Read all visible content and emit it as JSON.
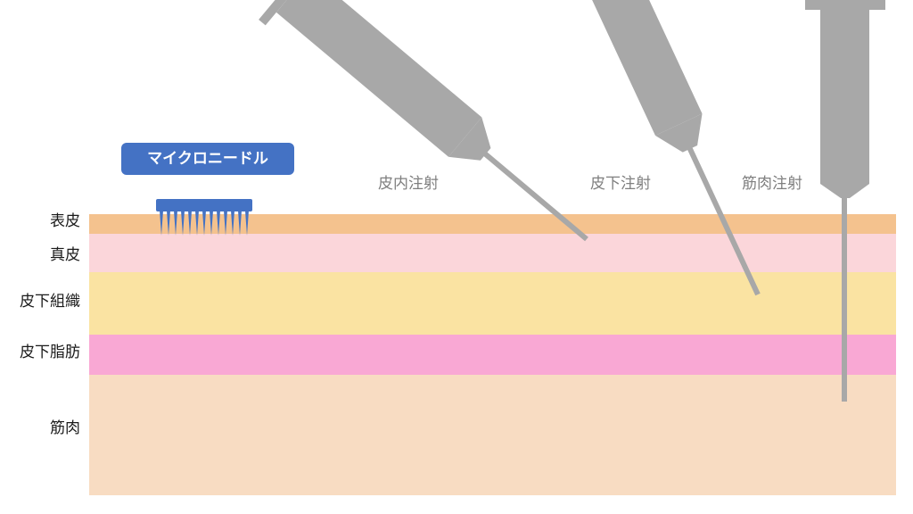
{
  "diagram": {
    "microneedle": {
      "label": "マイクロニードル",
      "color": "#4472C4"
    },
    "injection_labels": {
      "intradermal": "皮内注射",
      "subcutaneous": "皮下注射",
      "intramuscular": "筋肉注射"
    },
    "layers": [
      {
        "name": "epidermis",
        "label": "表皮",
        "color": "#F4C28E"
      },
      {
        "name": "dermis",
        "label": "真皮",
        "color": "#FBD6DA"
      },
      {
        "name": "subcutaneous-tissue",
        "label": "皮下組織",
        "color": "#FAE3A2"
      },
      {
        "name": "subcutaneous-fat",
        "label": "皮下脂肪",
        "color": "#F9A8D4"
      },
      {
        "name": "muscle",
        "label": "筋肉",
        "color": "#F8DCC2"
      }
    ],
    "colors": {
      "syringe": "#A8A8A8",
      "injection_label_text": "#7F7F7F",
      "background": "#FFFFFF"
    }
  }
}
